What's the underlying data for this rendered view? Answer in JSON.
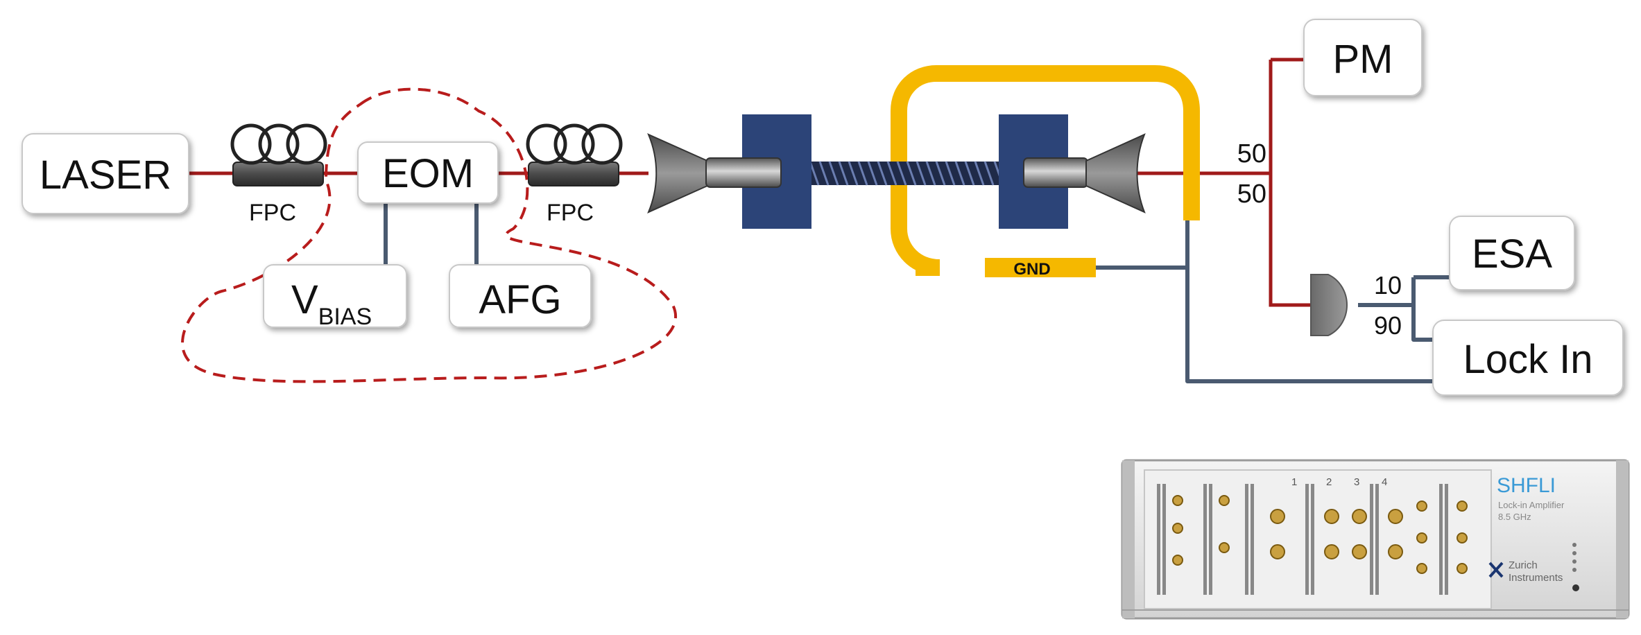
{
  "boxes": {
    "laser": "LASER",
    "eom": "EOM",
    "vbias_main": "V",
    "vbias_sub": "BIAS",
    "afg": "AFG",
    "pm": "PM",
    "esa": "ESA",
    "lockin": "Lock In"
  },
  "labels": {
    "fpc_left": "FPC",
    "fpc_right": "FPC",
    "gnd": "GND",
    "split_top": "50",
    "split_bottom": "50",
    "det_top": "10",
    "det_bottom": "90"
  },
  "instrument": {
    "name": "SHFLI",
    "subtitle_1": "Lock-in Amplifier",
    "subtitle_2": "8.5 GHz",
    "brand_1": "Zurich",
    "brand_2": "Instruments",
    "channel_numbers": [
      "1",
      "2",
      "3",
      "4"
    ]
  },
  "colors": {
    "optical_fiber": "#a01a1a",
    "electrical_line": "#4a5a70",
    "ring_electrode": "#f5b800",
    "mount_block": "#2c4478",
    "dashed_outline": "#b81c1c",
    "box_border": "#c8c8c8"
  }
}
